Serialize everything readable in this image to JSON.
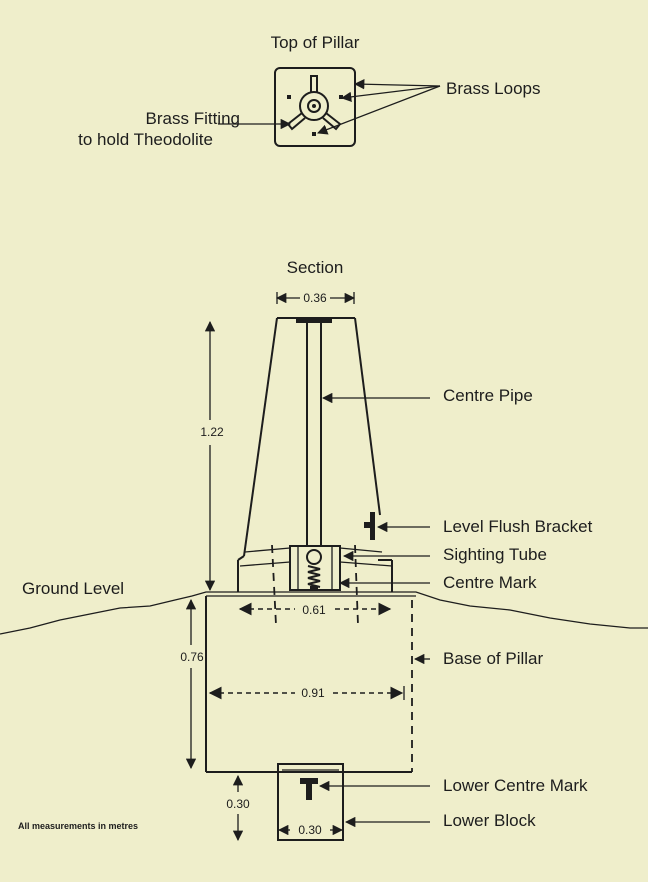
{
  "top_view": {
    "title": "Top of Pillar",
    "brass_loops": "Brass Loops",
    "brass_fitting_line1": "Brass Fitting",
    "brass_fitting_line2": "to hold Theodolite"
  },
  "section": {
    "title": "Section",
    "labels": {
      "centre_pipe": "Centre Pipe",
      "level_flush_bracket": "Level Flush Bracket",
      "sighting_tube": "Sighting Tube",
      "centre_mark": "Centre Mark",
      "ground_level": "Ground Level",
      "base_of_pillar": "Base of Pillar",
      "lower_centre_mark": "Lower Centre Mark",
      "lower_block": "Lower Block"
    },
    "dimensions": {
      "top_width": "0.36",
      "pillar_height": "1.22",
      "pillar_base_width": "0.61",
      "base_depth": "0.76",
      "base_width": "0.91",
      "block_depth": "0.30",
      "block_width": "0.30"
    }
  },
  "footnote": "All measurements in metres",
  "colors": {
    "paper": "#efeecb",
    "ink": "#1d1d1d"
  }
}
